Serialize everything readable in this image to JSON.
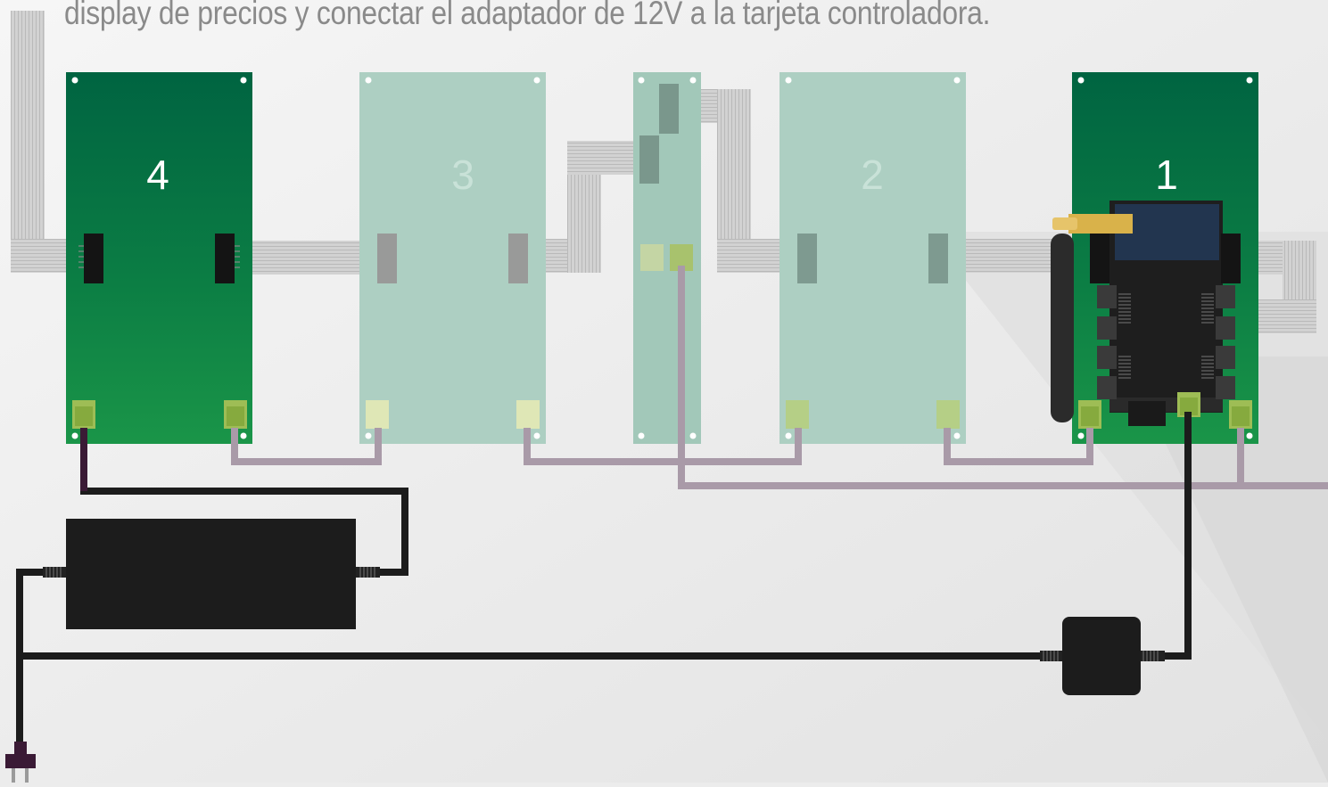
{
  "caption": "display de precios y conectar el adaptador de 12V a la tarjeta controladora.",
  "boards": [
    {
      "label": "4",
      "state": "active"
    },
    {
      "label": "3",
      "state": "faded"
    },
    {
      "label": "2",
      "state": "faded"
    },
    {
      "label": "1",
      "state": "active",
      "has_controller": true
    }
  ],
  "colors": {
    "board_active": "#00613a",
    "board_faded": "#a9cfc1",
    "background": "#ececec",
    "ribbon": "#c9c9c9",
    "power_cable": "#1c1c1c",
    "signal_wire": "#a99aa8",
    "terminal": "#9ebd55",
    "controller": "#1e1e1e",
    "lcd": "#22354f",
    "antenna_connector": "#d9b24a"
  },
  "icons": {
    "power_adapter": "power-adapter-icon",
    "plug": "power-plug-icon",
    "antenna": "antenna-icon",
    "barrel_jack": "barrel-jack-icon"
  }
}
